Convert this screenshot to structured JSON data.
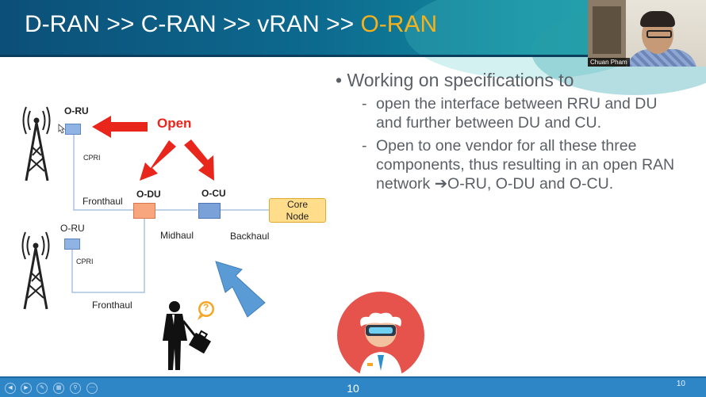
{
  "slide": {
    "title_prefix": "D-RAN >> C-RAN >> vRAN >> ",
    "title_highlight": "O-RAN",
    "colors": {
      "banner": "#0d6a8f",
      "highlight": "#f5b21b",
      "open_arrow": "#e8261c",
      "blue_arrow": "#5b9bd5"
    }
  },
  "webcam": {
    "name": "Chuan Pham"
  },
  "diagram": {
    "oru_top": "O-RU",
    "oru_bottom": "O-RU",
    "open": "Open",
    "cpri_top": "CPRI",
    "cpri_bottom": "CPRI",
    "odu": "O-DU",
    "ocu": "O-CU",
    "fronthaul_top": "Fronthaul",
    "fronthaul_bottom": "Fronthaul",
    "midhaul": "Midhaul",
    "backhaul": "Backhaul",
    "core_line1": "Core",
    "core_line2": "Node",
    "question_mark": "?",
    "icons": [
      "cell-tower-icon",
      "businessman-icon",
      "question-bubble-icon",
      "vr-mascot-icon"
    ]
  },
  "bullets": {
    "main": "Working on specifications to",
    "sub1": "open the interface between RRU and DU and further between DU and CU.",
    "sub2": "Open to one vendor for all these three components, thus resulting in an open RAN network ➔O-RU, O-DU and O-CU."
  },
  "footer": {
    "page_center": "10",
    "page_right": "10",
    "controls": [
      "previous-icon",
      "next-icon",
      "pen-icon",
      "slides-icon",
      "zoom-icon",
      "more-icon"
    ]
  }
}
